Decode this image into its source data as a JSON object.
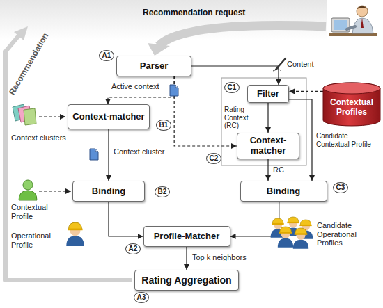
{
  "diagram": {
    "nodes": [
      {
        "text": [
          "Parser"
        ]
      },
      {
        "text": [
          "Context-matcher"
        ]
      },
      {
        "text": [
          "Binding"
        ]
      },
      {
        "text": [
          "Filter"
        ]
      },
      {
        "text": [
          "Context-matcher"
        ]
      },
      {
        "text": [
          "Binding"
        ]
      },
      {
        "text": [
          "Profile-Matcher"
        ]
      },
      {
        "text": [
          "Rating Aggregation"
        ]
      },
      {
        "text": [
          "Contextual Profiles"
        ]
      }
    ],
    "edges": [
      {
        "from": 0,
        "to": 1,
        "arrow": "to"
      },
      {
        "from": 0,
        "to": 4,
        "arrow": "to"
      },
      {
        "from": 0,
        "to": 3,
        "arrow": "to"
      },
      {
        "from": 1,
        "to": 2,
        "arrow": "to"
      },
      {
        "from": 2,
        "to": 6,
        "arrow": "to"
      },
      {
        "from": 3,
        "to": 4,
        "arrow": "to"
      },
      {
        "from": 3,
        "to": 5,
        "arrow": "to"
      },
      {
        "from": 4,
        "to": 5,
        "arrow": "to"
      },
      {
        "from": 5,
        "to": 6,
        "arrow": "to"
      },
      {
        "from": 6,
        "to": 7,
        "arrow": "to"
      },
      {
        "from": 8,
        "to": 3,
        "arrow": "to"
      }
    ],
    "labels": [
      "Recommendation request",
      "A1",
      "Content",
      "Active context",
      "B1",
      "Context clusters",
      "Context cluster",
      "B2",
      "Contextual Profile",
      "Operational Profile",
      "C1",
      "Rating Context (RC)",
      "C2",
      "Candidate Contextual Profile",
      "RC",
      "C3",
      "Candidate Operational Profiles",
      "A2",
      "Top k neighbors",
      "A3",
      "Recommendation"
    ]
  }
}
